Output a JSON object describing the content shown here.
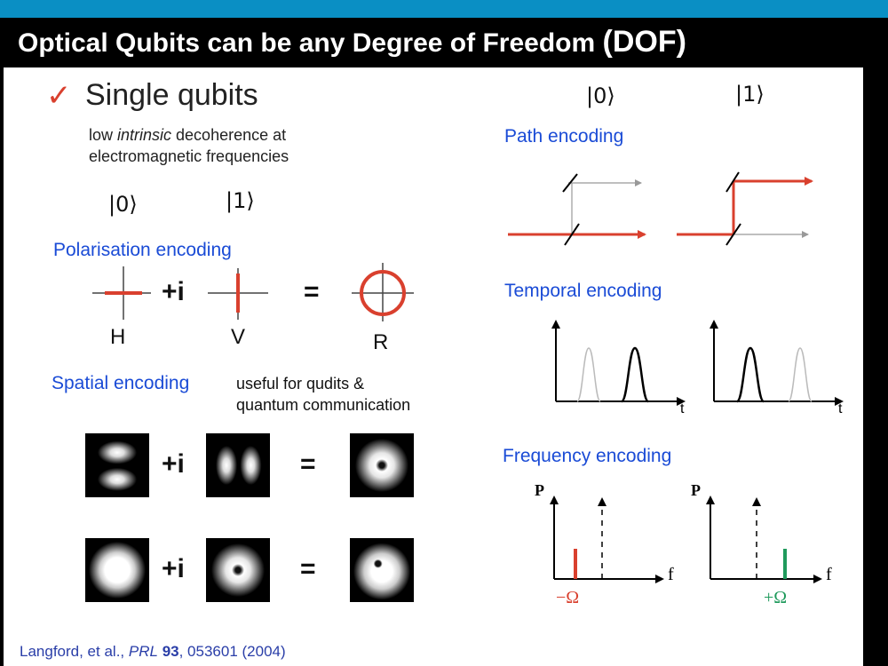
{
  "slide": {
    "title_main": "Optical Qubits can be any Degree of Freedom",
    "title_suffix": "(DOF)"
  },
  "left": {
    "check_icon": "checkmark-icon",
    "heading": "Single qubits",
    "sub1_a": "low ",
    "sub1_b": "intrinsic",
    "sub1_c": " decoherence at",
    "sub2": "electromagnetic frequencies",
    "ket0": "|0⟩",
    "ket1": "|1⟩",
    "polarisation": {
      "label": "Polarisation encoding",
      "plus_i": "+i",
      "equals": "=",
      "labels": [
        "H",
        "V",
        "R"
      ]
    },
    "spatial": {
      "label": "Spatial encoding",
      "note1": "useful for qudits &",
      "note2": "quantum communication",
      "plus_i": "+i",
      "equals": "="
    },
    "citation": {
      "authors": "Langford, et al., ",
      "journal": "PRL",
      "volume": "93",
      "rest": ", 053601 (2004)"
    }
  },
  "right": {
    "ket0": "|0⟩",
    "ket1": "|1⟩",
    "path": {
      "label": "Path encoding"
    },
    "temporal": {
      "label": "Temporal encoding",
      "axis_t": "t"
    },
    "frequency": {
      "label": "Frequency encoding",
      "axis_p": "P",
      "axis_f": "f",
      "minus_omega": "−Ω",
      "plus_omega": "+Ω"
    }
  },
  "colors": {
    "accent_red": "#d9402e",
    "link_blue": "#1a4bd6",
    "header_blue": "#0a8fc4",
    "green": "#1f9a5c"
  }
}
